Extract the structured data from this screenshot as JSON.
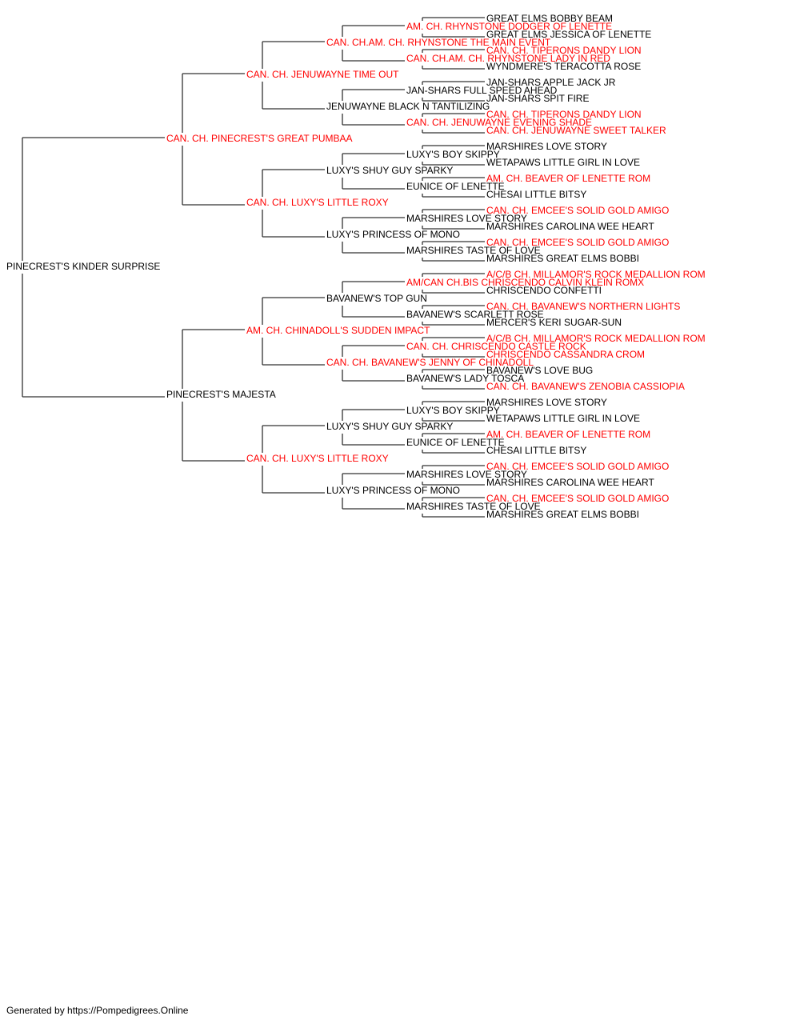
{
  "colors": {
    "champion": "#ff0000",
    "normal": "#000000",
    "line": "#333333"
  },
  "pedigree": {
    "subject": {
      "name": "PINECREST'S KINDER SURPRISE",
      "champion": false
    },
    "generations": [
      [
        {
          "name": "CAN. CH. PINECREST'S GREAT PUMBAA",
          "champion": true
        },
        {
          "name": "PINECREST'S MAJESTA",
          "champion": false
        }
      ],
      [
        {
          "name": "CAN. CH. JENUWAYNE TIME OUT",
          "champion": true
        },
        {
          "name": "CAN. CH. LUXY'S LITTLE ROXY",
          "champion": true
        },
        {
          "name": "AM. CH. CHINADOLL'S SUDDEN IMPACT",
          "champion": true
        },
        {
          "name": "CAN. CH. LUXY'S LITTLE ROXY",
          "champion": true
        }
      ],
      [
        {
          "name": "CAN. CH.AM. CH. RHYNSTONE THE MAIN EVENT",
          "champion": true
        },
        {
          "name": "JENUWAYNE BLACK N TANTILIZING",
          "champion": false
        },
        {
          "name": "LUXY'S SHUY GUY SPARKY",
          "champion": false
        },
        {
          "name": "LUXY'S PRINCESS OF MONO",
          "champion": false
        },
        {
          "name": "BAVANEW'S TOP GUN",
          "champion": false
        },
        {
          "name": "CAN. CH. BAVANEW'S JENNY OF CHINADOLL",
          "champion": true
        },
        {
          "name": "LUXY'S SHUY GUY SPARKY",
          "champion": false
        },
        {
          "name": "LUXY'S PRINCESS OF MONO",
          "champion": false
        }
      ],
      [
        {
          "name": "AM. CH. RHYNSTONE DODGER OF LENETTE",
          "champion": true
        },
        {
          "name": "CAN. CH.AM. CH. RHYNSTONE LADY IN RED",
          "champion": true
        },
        {
          "name": "JAN-SHARS FULL SPEED AHEAD",
          "champion": false
        },
        {
          "name": "CAN. CH. JENUWAYNE EVENING SHADE",
          "champion": true
        },
        {
          "name": "LUXY'S BOY SKIPPY",
          "champion": false
        },
        {
          "name": "EUNICE OF LENETTE",
          "champion": false
        },
        {
          "name": "MARSHIRES LOVE STORY",
          "champion": false
        },
        {
          "name": "MARSHIRES TASTE OF LOVE",
          "champion": false
        },
        {
          "name": "AM/CAN CH.BIS CHRISCENDO CALVIN KLEIN ROMX",
          "champion": true
        },
        {
          "name": "BAVANEW'S SCARLETT ROSE",
          "champion": false
        },
        {
          "name": "CAN. CH. CHRISCENDO CASTLE ROCK",
          "champion": true
        },
        {
          "name": "BAVANEW'S LADY TOSCA",
          "champion": false
        },
        {
          "name": "LUXY'S BOY SKIPPY",
          "champion": false
        },
        {
          "name": "EUNICE OF LENETTE",
          "champion": false
        },
        {
          "name": "MARSHIRES LOVE STORY",
          "champion": false
        },
        {
          "name": "MARSHIRES TASTE OF LOVE",
          "champion": false
        }
      ],
      [
        {
          "name": "GREAT ELMS BOBBY BEAM",
          "champion": false
        },
        {
          "name": "GREAT ELMS JESSICA OF LENETTE",
          "champion": false
        },
        {
          "name": "CAN. CH. TIPERONS DANDY LION",
          "champion": true
        },
        {
          "name": "WYNDMERE'S TERACOTTA ROSE",
          "champion": false
        },
        {
          "name": "JAN-SHARS APPLE JACK JR",
          "champion": false
        },
        {
          "name": "JAN-SHARS SPIT FIRE",
          "champion": false
        },
        {
          "name": "CAN. CH. TIPERONS DANDY LION",
          "champion": true
        },
        {
          "name": "CAN. CH. JENUWAYNE SWEET TALKER",
          "champion": true
        },
        {
          "name": "MARSHIRES LOVE STORY",
          "champion": false
        },
        {
          "name": "WETAPAWS LITTLE GIRL IN LOVE",
          "champion": false
        },
        {
          "name": "AM. CH. BEAVER OF LENETTE ROM",
          "champion": true
        },
        {
          "name": "CHESAI LITTLE BITSY",
          "champion": false
        },
        {
          "name": "CAN. CH. EMCEE'S SOLID GOLD AMIGO",
          "champion": true
        },
        {
          "name": "MARSHIRES CAROLINA WEE HEART",
          "champion": false
        },
        {
          "name": "CAN. CH. EMCEE'S SOLID GOLD AMIGO",
          "champion": true
        },
        {
          "name": "MARSHIRES GREAT ELMS BOBBI",
          "champion": false
        },
        {
          "name": "A/C/B CH. MILLAMOR'S ROCK MEDALLION ROM",
          "champion": true
        },
        {
          "name": "CHRISCENDO CONFETTI",
          "champion": false
        },
        {
          "name": "CAN. CH. BAVANEW'S NORTHERN LIGHTS",
          "champion": true
        },
        {
          "name": "MERCER'S KERI SUGAR-SUN",
          "champion": false
        },
        {
          "name": "A/C/B CH. MILLAMOR'S ROCK MEDALLION ROM",
          "champion": true
        },
        {
          "name": "CHRISCENDO CASSANDRA CROM",
          "champion": true
        },
        {
          "name": "BAVANEW'S LOVE BUG",
          "champion": false
        },
        {
          "name": "CAN. CH. BAVANEW'S ZENOBIA CASSIOPIA",
          "champion": true
        },
        {
          "name": "MARSHIRES LOVE STORY",
          "champion": false
        },
        {
          "name": "WETAPAWS LITTLE GIRL IN LOVE",
          "champion": false
        },
        {
          "name": "AM. CH. BEAVER OF LENETTE ROM",
          "champion": true
        },
        {
          "name": "CHESAI LITTLE BITSY",
          "champion": false
        },
        {
          "name": "CAN. CH. EMCEE'S SOLID GOLD AMIGO",
          "champion": true
        },
        {
          "name": "MARSHIRES CAROLINA WEE HEART",
          "champion": false
        },
        {
          "name": "CAN. CH. EMCEE'S SOLID GOLD AMIGO",
          "champion": true
        },
        {
          "name": "MARSHIRES GREAT ELMS BOBBI",
          "champion": false
        }
      ]
    ]
  },
  "footer": {
    "text": "Generated by https://Pompedigrees.Online"
  }
}
